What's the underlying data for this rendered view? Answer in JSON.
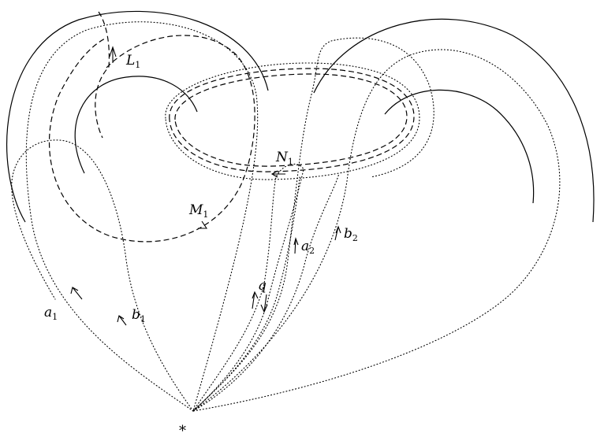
{
  "labels": {
    "L": {
      "main": "L",
      "sub": "1"
    },
    "M": {
      "main": "M",
      "sub": "1"
    },
    "N": {
      "main": "N",
      "sub": "1"
    },
    "a1": {
      "main": "a",
      "sub": "1"
    },
    "b1": {
      "main": "b",
      "sub": "1"
    },
    "a2": {
      "main": "a",
      "sub": "2"
    },
    "b2": {
      "main": "b",
      "sub": "2"
    },
    "q": {
      "main": "q"
    },
    "base": "*"
  }
}
